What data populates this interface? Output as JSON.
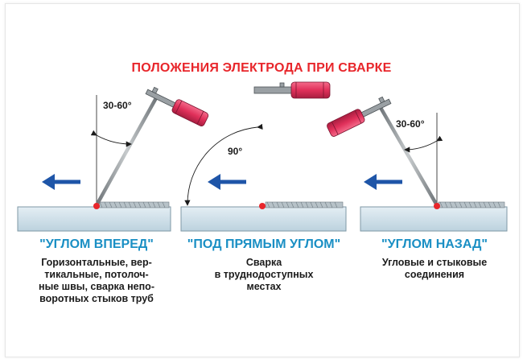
{
  "title": "ПОЛОЖЕНИЯ ЭЛЕКТРОДА ПРИ СВАРКЕ",
  "panels": [
    {
      "name": "\"УГЛОМ ВПЕРЕД\"",
      "angle": "30-60°",
      "description": [
        "Горизонтальные, вер-",
        "тикальные, потолоч-",
        "ные швы, сварка непо-",
        "воротных стыков труб"
      ]
    },
    {
      "name": "\"ПОД ПРЯМЫМ УГЛОМ\"",
      "angle": "90°",
      "description": [
        "Сварка",
        "в труднодоступных",
        "местах"
      ]
    },
    {
      "name": "\"УГЛОМ НАЗАД\"",
      "angle": "30-60°",
      "description": [
        "Угловые и стыковые",
        "соединения"
      ]
    }
  ],
  "colors": {
    "title": "#e8262b",
    "panel_title": "#1a8fc4",
    "arrow": "#1e55a8",
    "plate": "#cfe0ea",
    "electrode": "#8a8f92",
    "holder_handle": "#e0305a",
    "weld": "#e8262b"
  },
  "icons": [
    "direction-arrow-icon",
    "electrode-holder-icon"
  ]
}
